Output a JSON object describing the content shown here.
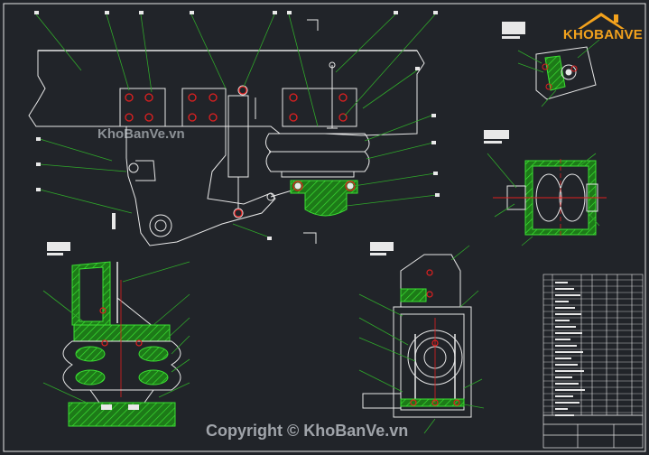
{
  "watermarks": {
    "center": "KhoBanVe.vn",
    "copyright": "Copyright © KhoBanVe.vn",
    "logo": "KHOBANVE"
  },
  "colors": {
    "background": "#212429",
    "line": "#e8e8e8",
    "green": "#22c21c",
    "red": "#e02020",
    "logo": "#f3a21d"
  }
}
